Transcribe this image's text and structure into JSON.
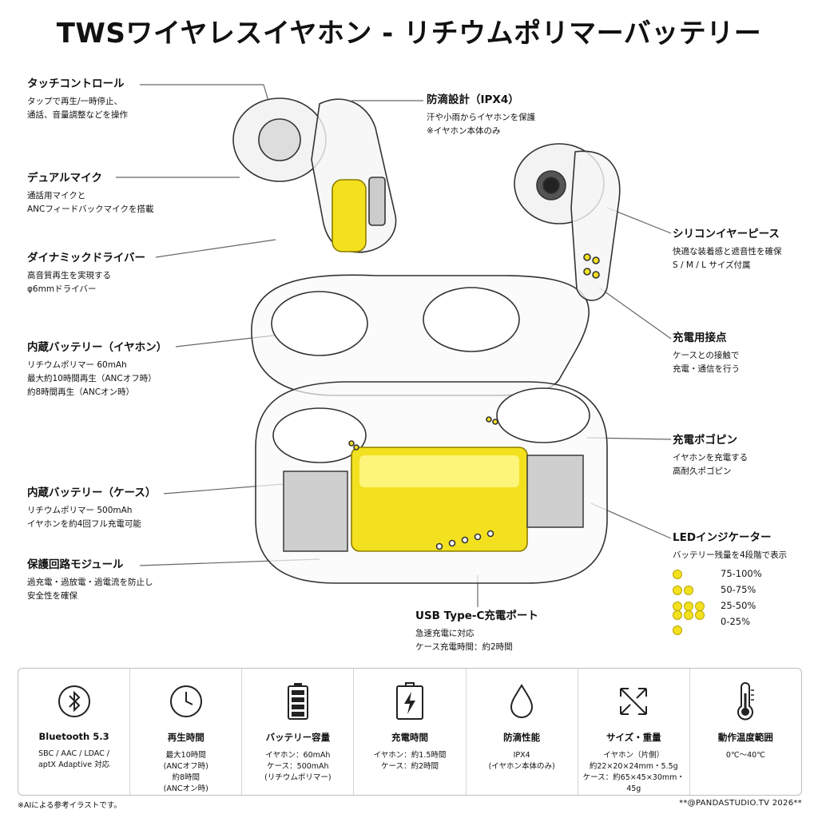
{
  "title": "TWSワイヤレスイヤホン - リチウムポリマーバッテリー",
  "callouts": {
    "touch": {
      "title": "タッチコントロール",
      "desc": [
        "タップで再生/一時停止、",
        "通話、音量調整などを操作"
      ]
    },
    "mic": {
      "title": "デュアルマイク",
      "desc": [
        "通話用マイクと",
        "ANCフィードバックマイクを搭載"
      ]
    },
    "driver": {
      "title": "ダイナミックドライバー",
      "desc": [
        "高音質再生を実現する",
        "φ6mmドライバー"
      ]
    },
    "battery_earbud": {
      "title": "内蔵バッテリー（イヤホン）",
      "desc": [
        "リチウムポリマー 60mAh",
        "最大約10時間再生（ANCオフ時）",
        "約8時間再生（ANCオン時）"
      ]
    },
    "battery_case": {
      "title": "内蔵バッテリー（ケース）",
      "desc": [
        "リチウムポリマー 500mAh",
        "イヤホンを約4回フル充電可能"
      ]
    },
    "protection": {
      "title": "保護回路モジュール",
      "desc": [
        "過充電・過放電・過電流を防止し",
        "安全性を確保"
      ]
    },
    "waterproof": {
      "title": "防滴設計（IPX4）",
      "desc": [
        "汗や小雨からイヤホンを保護",
        "※イヤホン本体のみ"
      ]
    },
    "eartips": {
      "title": "シリコンイヤーピース",
      "desc": [
        "快適な装着感と遮音性を確保",
        "S / M / L サイズ付属"
      ]
    },
    "contacts": {
      "title": "充電用接点",
      "desc": [
        "ケースとの接触で",
        "充電・通信を行う"
      ]
    },
    "pogo": {
      "title": "充電ポゴピン",
      "desc": [
        "イヤホンを充電する",
        "高耐久ポゴピン"
      ]
    },
    "led": {
      "title": "LEDインジケーター",
      "desc": [
        "バッテリー残量を4段階で表示"
      ]
    },
    "usb": {
      "title": "USB Type-C充電ポート",
      "desc": [
        "急速充電に対応",
        "ケース充電時間：約2時間"
      ]
    }
  },
  "led_levels": [
    {
      "dots": 1,
      "label": "75-100%"
    },
    {
      "dots": 2,
      "label": "50-75%"
    },
    {
      "dots": 3,
      "label": "25-50%"
    },
    {
      "dots": 4,
      "label": "0-25%"
    }
  ],
  "specs": [
    {
      "icon": "bluetooth-icon",
      "title": "Bluetooth 5.3",
      "desc": "SBC / AAC / LDAC /\naptX Adaptive 対応"
    },
    {
      "icon": "clock-icon",
      "title": "再生時間",
      "desc": "最大10時間\n(ANCオフ時)\n約8時間\n(ANCオン時)"
    },
    {
      "icon": "battery-icon",
      "title": "バッテリー容量",
      "desc": "イヤホン：60mAh\nケース：500mAh\n(リチウムポリマー)"
    },
    {
      "icon": "charging-icon",
      "title": "充電時間",
      "desc": "イヤホン：約1.5時間\nケース：約2時間"
    },
    {
      "icon": "water-drop-icon",
      "title": "防滴性能",
      "desc": "IPX4\n(イヤホン本体のみ)"
    },
    {
      "icon": "expand-arrows-icon",
      "title": "サイズ・重量",
      "desc": "イヤホン（片側）\n約22×20×24mm・5.5g\nケース：約65×45×30mm・45g"
    },
    {
      "icon": "thermometer-icon",
      "title": "動作温度範囲",
      "desc": "0℃〜40℃"
    }
  ],
  "footnote": "※AIによる参考イラストです。",
  "credit": "**@PANDASTUDIO.TV 2026**",
  "colors": {
    "battery_yellow": "#f3e11f",
    "line": "#555555"
  }
}
